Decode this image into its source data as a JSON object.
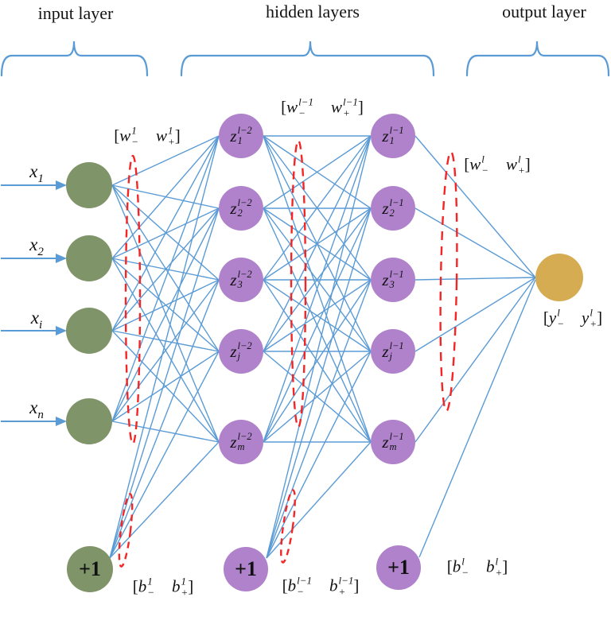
{
  "header": {
    "input": "input layer",
    "hidden": "hidden layers",
    "output": "output layer"
  },
  "colors": {
    "input_node": "#7F9468",
    "hidden_node": "#AF82CB",
    "output_node": "#D5AC52",
    "connection": "#5B9BD5",
    "highlight_ellipse": "#F42525",
    "text": "#141414"
  },
  "network": {
    "input_layer": {
      "arrow_labels": [
        {
          "base": "x",
          "sub": "1"
        },
        {
          "base": "x",
          "sub": "2"
        },
        {
          "base": "x",
          "sub": "i"
        },
        {
          "base": "x",
          "sub": "n"
        }
      ],
      "bias_label": "+1"
    },
    "hidden_layer_1": {
      "nodes": [
        {
          "base": "z",
          "sup": "l−2",
          "sub": "1"
        },
        {
          "base": "z",
          "sup": "l−2",
          "sub": "2"
        },
        {
          "base": "z",
          "sup": "l−2",
          "sub": "3"
        },
        {
          "base": "z",
          "sup": "l−2",
          "sub": "j"
        },
        {
          "base": "z",
          "sup": "l−2",
          "sub": "m"
        }
      ],
      "bias_label": "+1"
    },
    "hidden_layer_2": {
      "nodes": [
        {
          "base": "z",
          "sup": "l−1",
          "sub": "1"
        },
        {
          "base": "z",
          "sup": "l−1",
          "sub": "2"
        },
        {
          "base": "z",
          "sup": "l−1",
          "sub": "3"
        },
        {
          "base": "z",
          "sup": "l−1",
          "sub": "j"
        },
        {
          "base": "z",
          "sup": "l−1",
          "sub": "m"
        }
      ],
      "bias_label": "+1"
    }
  },
  "annotations": {
    "w1": {
      "open": "[",
      "close": "]",
      "base": "w",
      "sup": "1",
      "neg": "−",
      "pos": "+"
    },
    "wl1": {
      "open": "[",
      "close": "]",
      "base": "w",
      "sup": "l−1",
      "neg": "−",
      "pos": "+"
    },
    "wl": {
      "open": "[",
      "close": "]",
      "base": "w",
      "sup": "l",
      "neg": "−",
      "pos": "+"
    },
    "b1": {
      "open": "[",
      "close": "]",
      "base": "b",
      "sup": "1",
      "neg": "−",
      "pos": "+"
    },
    "bl1": {
      "open": "[",
      "close": "]",
      "base": "b",
      "sup": "l−1",
      "neg": "−",
      "pos": "+"
    },
    "bl": {
      "open": "[",
      "close": "]",
      "base": "b",
      "sup": "l",
      "neg": "−",
      "pos": "+"
    },
    "yl": {
      "open": "[",
      "close": "]",
      "base": "y",
      "sup": "l",
      "neg": "−",
      "pos": "+"
    }
  }
}
